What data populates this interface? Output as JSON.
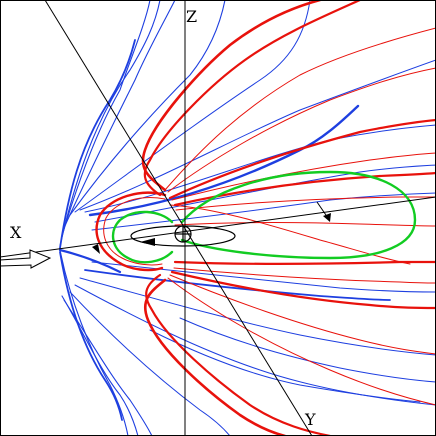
{
  "labels": {
    "x_axis": "X",
    "y_axis": "Y",
    "z_axis": "Z"
  },
  "colors": {
    "background": "#ffffff",
    "frame": "#000000",
    "axes": "#000000",
    "blue_lines": "#1e3fe0",
    "red_lines": "#e8120c",
    "green_lines": "#12cc22"
  }
}
